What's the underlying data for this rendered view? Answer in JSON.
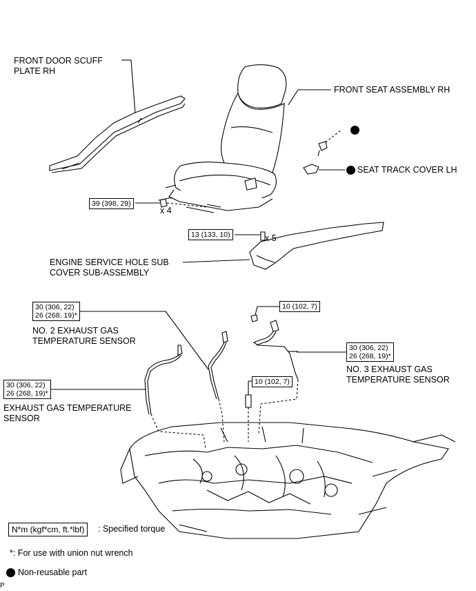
{
  "labels": {
    "front_door_scuff_plate": [
      "FRONT DOOR SCUFF",
      "PLATE RH"
    ],
    "front_seat_assembly": "FRONT SEAT ASSEMBLY RH",
    "seat_track_cover": "SEAT TRACK COVER LH",
    "engine_service_hole": [
      "ENGINE SERVICE HOLE SUB",
      "COVER SUB-ASSEMBLY"
    ],
    "no2_sensor": [
      "NO. 2 EXHAUST GAS",
      "TEMPERATURE SENSOR"
    ],
    "no3_sensor": [
      "NO. 3 EXHAUST GAS",
      "TEMPERATURE SENSOR"
    ],
    "exhaust_sensor": [
      "EXHAUST GAS TEMPERATURE",
      "SENSOR"
    ]
  },
  "torques": {
    "seat_bolt": "39 (398, 29)",
    "service_hole_bolt": "13 (133, 10)",
    "no2_sensor": [
      "30 (306, 22)",
      "26 (268, 19)*"
    ],
    "clamp_top": "10 (102, 7)",
    "no3_sensor": [
      "30 (306, 22)",
      "26 (268, 19)*"
    ],
    "clamp_bolt": "10 (102, 7)",
    "exhaust_sensor": [
      "30 (306, 22)",
      "26 (268, 19)*"
    ]
  },
  "quantities": {
    "seat_bolts": "x 4",
    "service_hole_bolts": "x 5"
  },
  "legend": {
    "torque_unit": "N*m (kgf*cm, ft.*lbf)",
    "torque_desc": ": Specified torque",
    "union_nut": "*: For use with union nut wrench",
    "non_reusable": "Non-reusable part"
  },
  "corner_mark": "P"
}
